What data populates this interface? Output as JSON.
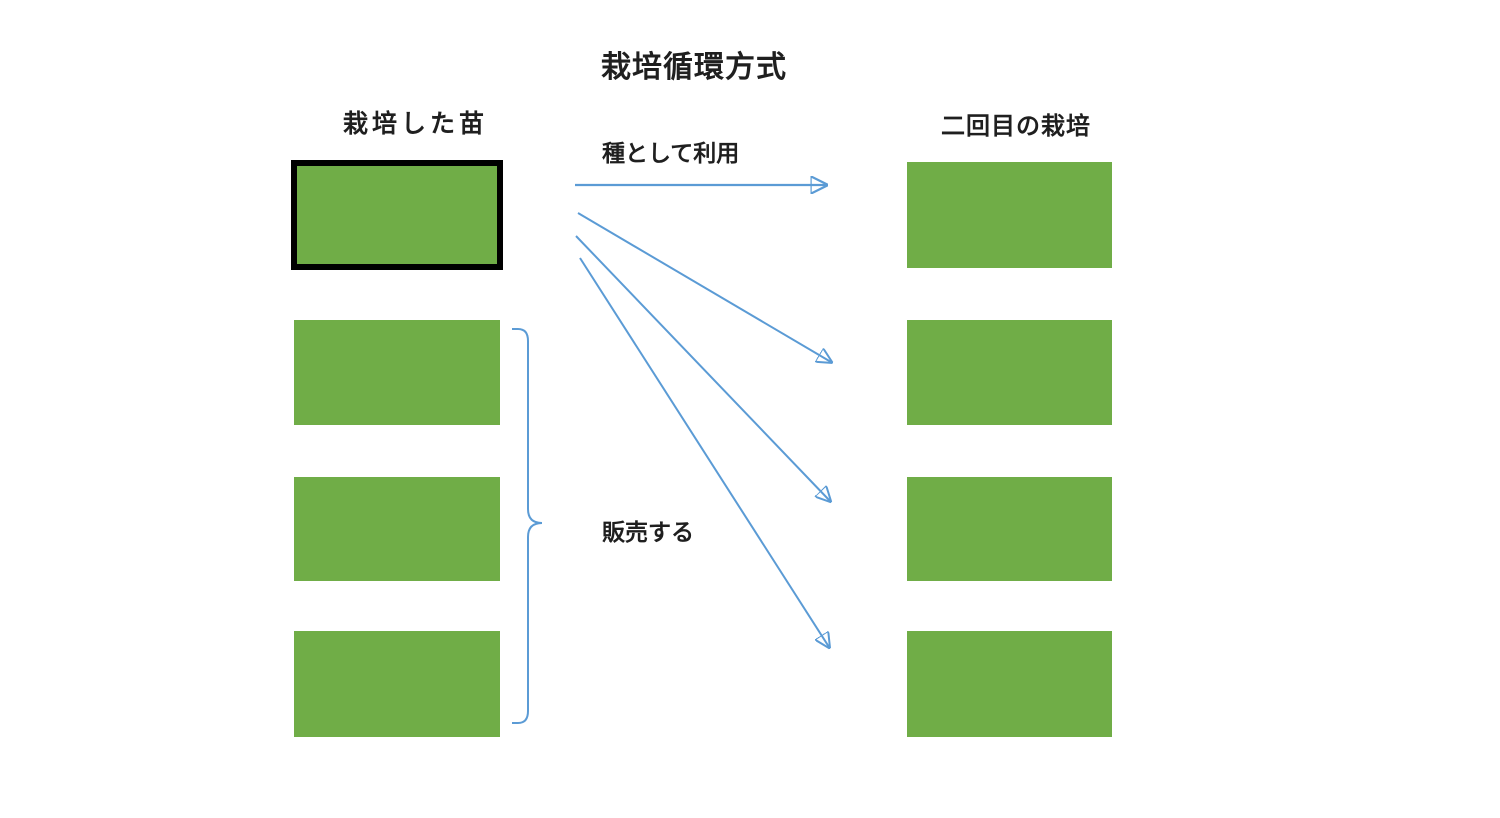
{
  "title": "栽培循環方式",
  "left_column": {
    "label": "栽培した苗",
    "boxes": [
      {
        "name": "cultivated-seedling-source",
        "emphasized": true
      },
      {
        "name": "cultivated-seedling-2",
        "emphasized": false
      },
      {
        "name": "cultivated-seedling-3",
        "emphasized": false
      },
      {
        "name": "cultivated-seedling-4",
        "emphasized": false
      }
    ]
  },
  "right_column": {
    "label": "二回目の栽培",
    "boxes": [
      {
        "name": "second-cultivation-1"
      },
      {
        "name": "second-cultivation-2"
      },
      {
        "name": "second-cultivation-3"
      },
      {
        "name": "second-cultivation-4"
      }
    ]
  },
  "labels": {
    "seed_use": "種として利用",
    "sell": "販売する"
  },
  "colors": {
    "box_green": "#70AD47",
    "arrow_blue": "#5B9BD5",
    "text_color": "#1F1F1F",
    "border_black": "#000000",
    "background": "#FFFFFF"
  }
}
